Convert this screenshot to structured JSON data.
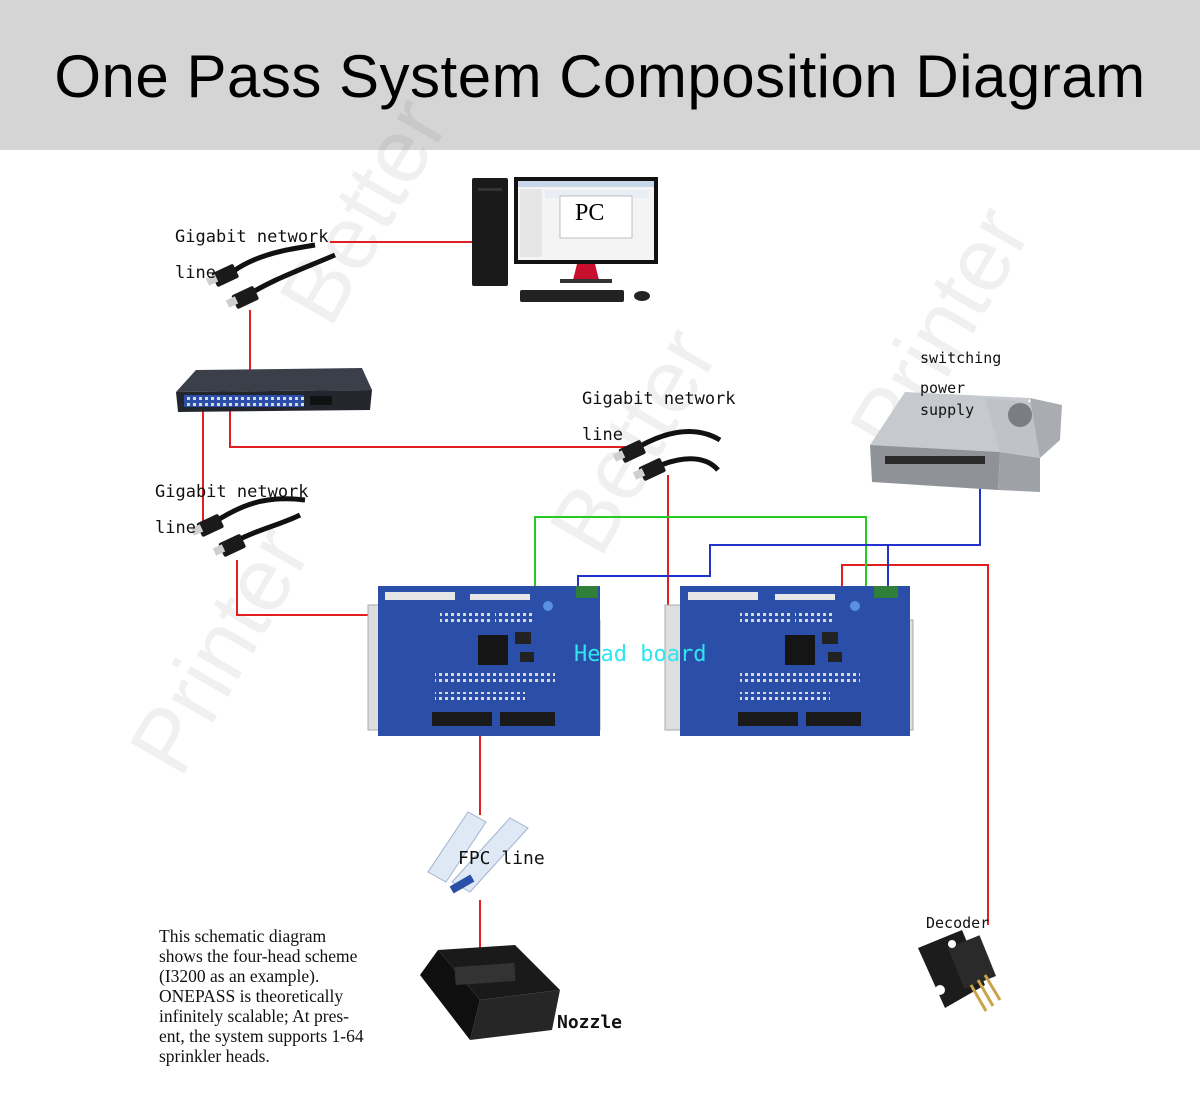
{
  "title": "One Pass System Composition Diagram",
  "nodes": {
    "pc": "PC",
    "network_line_top": [
      "Gigabit network",
      "line"
    ],
    "network_line_mid": [
      "Gigabit network",
      "line"
    ],
    "network_line_left": [
      "Gigabit network",
      "line"
    ],
    "power_supply": [
      "switching",
      "power",
      "supply"
    ],
    "head_board": "Head board",
    "fpc_line": "FPC line",
    "nozzle": "Nozzle",
    "decoder": "Decoder"
  },
  "note_lines": [
    "This schematic diagram",
    "shows the four-head scheme",
    "(I3200 as an example).",
    "ONEPASS is theoretically",
    "infinitely scalable;  At pres-",
    "ent, the system supports 1-64",
    "sprinkler heads."
  ],
  "watermark": "Better Printer",
  "colors": {
    "title_bar": "#d5d5d5",
    "network_cable": "#e02020",
    "data_line_green": "#22cc22",
    "power_line_blue": "#2233cc",
    "head_board_label": "#2fe6f0",
    "board_blue": "#2b4fa8"
  }
}
